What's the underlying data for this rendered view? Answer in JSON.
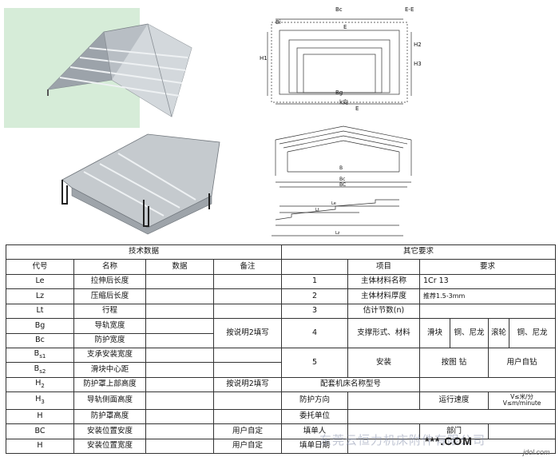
{
  "figure_labels": {
    "top_Bc": "Bc",
    "top_EE": "E-E",
    "top_Bi": "Bi",
    "top_E": "E",
    "top_H1": "H1",
    "top_H2": "H2",
    "top_H3": "H3",
    "top_Bg": "Bg",
    "top_k": "k向",
    "top_E2": "E",
    "mid_B": "B",
    "mid_Bc": "Bc",
    "mid_BC": "BC",
    "side_Le": "Le",
    "side_Lt": "Lt",
    "side_Lz": "Lz"
  },
  "table": {
    "title_left": "技术数据",
    "title_right": "其它要求",
    "cols": [
      "代号",
      "名称",
      "数据",
      "备注",
      "",
      "项目",
      "要求"
    ],
    "rows": [
      {
        "code": "Le",
        "name": "拉伸后长度"
      },
      {
        "code": "Lz",
        "name": "压缩后长度"
      },
      {
        "code": "Lt",
        "name": "行程"
      },
      {
        "code": "Bg",
        "name": "导轨宽度"
      },
      {
        "code": "Bc",
        "name": "防护宽度"
      },
      {
        "code": "Bs1",
        "code_main": "B",
        "code_sub": "s1",
        "name": "支承安装宽度"
      },
      {
        "code": "Bs2",
        "code_main": "B",
        "code_sub": "s2",
        "name": "滑块中心距"
      },
      {
        "code": "H2",
        "code_main": "H",
        "code_sub": "2",
        "name": "防护罩上部高度"
      },
      {
        "code": "H3",
        "code_main": "H",
        "code_sub": "3",
        "name": "导轨侧面高度"
      },
      {
        "code": "H",
        "name": "防护罩高度"
      },
      {
        "code": "BC",
        "name": "安装位置安度"
      },
      {
        "code": "H",
        "name": "安装位置宽度"
      }
    ],
    "remark_fill": "按说明2填写",
    "remark_fill2": "按说明2填写",
    "remark_user1": "用户自定",
    "remark_user2": "用户自定",
    "other": [
      {
        "no": "1",
        "item": "主体材料名称",
        "req": "1Cr 13"
      },
      {
        "no": "2",
        "item": "主体材料厚度",
        "req": "推荐1.5-3mm"
      },
      {
        "no": "3",
        "item": "估计节数(n)",
        "req": ""
      },
      {
        "no": "4",
        "item": "支撑形式、材料",
        "opt1": "滑块",
        "opt2": "铜、尼龙",
        "opt3": "滚轮",
        "opt4": "铜、尼龙"
      },
      {
        "no": "5",
        "item": "安装",
        "opt_a": "按图 钻",
        "opt_b": "用户自钻"
      }
    ],
    "machine_model": "配套机床名称型号",
    "protect_dir": "防护方向",
    "run_speed": "运行速度",
    "speed1": "V≤米/分",
    "speed2": "V≤m/minute",
    "entrust": "委托单位",
    "filler": "填单人",
    "dept": "部门",
    "fill_date": "填单日期"
  },
  "watermark": {
    "company": "东莞云恒力机床附件有限公司",
    "site": "***.COM",
    "jdol": "jdol.com"
  }
}
